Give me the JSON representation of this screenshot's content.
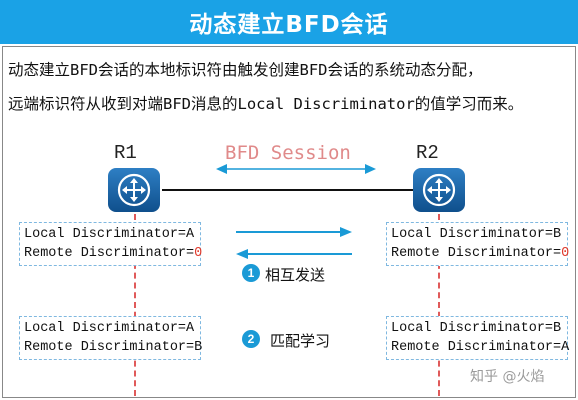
{
  "title": "动态建立BFD会话",
  "description": {
    "line1": "动态建立BFD会话的本地标识符由触发创建BFD会话的系统动态分配，",
    "line2": "远端标识符从收到对端BFD消息的Local Discriminator的值学习而来。"
  },
  "routers": [
    {
      "label": "R1"
    },
    {
      "label": "R2"
    }
  ],
  "session_label": "BFD Session",
  "steps": [
    {
      "number": "1",
      "label": "相互发送"
    },
    {
      "number": "2",
      "label": "匹配学习"
    }
  ],
  "r1_boxes": [
    {
      "local_prefix": "Local Discriminator=",
      "local_value": "A",
      "remote_prefix": "Remote Discriminator=",
      "remote_value": "0"
    },
    {
      "local_prefix": "Local Discriminator=",
      "local_value": "A",
      "remote_prefix": "Remote Discriminator=",
      "remote_value": "B"
    }
  ],
  "r2_boxes": [
    {
      "local_prefix": "Local Discriminator=",
      "local_value": "B",
      "remote_prefix": "Remote Discriminator=",
      "remote_value": "0"
    },
    {
      "local_prefix": "Local Discriminator=",
      "local_value": "B",
      "remote_prefix": "Remote Discriminator=",
      "remote_value": "A"
    }
  ],
  "watermark": "知乎 @火焰",
  "colors": {
    "title_bar": "#1aa2e6",
    "arrow": "#1a9ad6",
    "dashed": "#e05a5a",
    "zero_value": "#e0392b",
    "router": "#0f4f8c"
  },
  "icons": {
    "router": "router-icon",
    "arrow": "arrow-icon"
  }
}
